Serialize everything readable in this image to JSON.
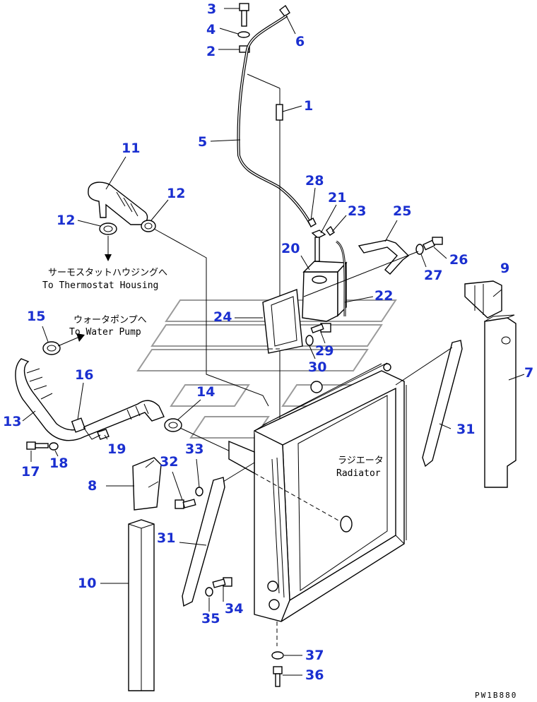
{
  "callouts": {
    "c1": "1",
    "c2": "2",
    "c3": "3",
    "c4": "4",
    "c5": "5",
    "c6": "6",
    "c7": "7",
    "c8": "8",
    "c9": "9",
    "c10": "10",
    "c11": "11",
    "c12a": "12",
    "c12b": "12",
    "c13": "13",
    "c14": "14",
    "c15": "15",
    "c16": "16",
    "c17": "17",
    "c18": "18",
    "c19": "19",
    "c20": "20",
    "c21": "21",
    "c22": "22",
    "c23": "23",
    "c24": "24",
    "c25": "25",
    "c26": "26",
    "c27": "27",
    "c28": "28",
    "c29": "29",
    "c30": "30",
    "c31a": "31",
    "c31b": "31",
    "c32": "32",
    "c33": "33",
    "c34": "34",
    "c35": "35",
    "c36": "36",
    "c37": "37"
  },
  "notes": {
    "thermostat_jp": "サーモスタットハウジングへ",
    "thermostat_en": "To Thermostat Housing",
    "pump_jp": "ウォータポンプへ",
    "pump_en": "To Water Pump",
    "radiator_jp": "ラジエータ",
    "radiator_en": "Radiator"
  },
  "drawing_code": "PW1B880",
  "colors": {
    "callout": "#1a2fd0",
    "line": "#000000",
    "watermark": "#9a9a9a"
  }
}
